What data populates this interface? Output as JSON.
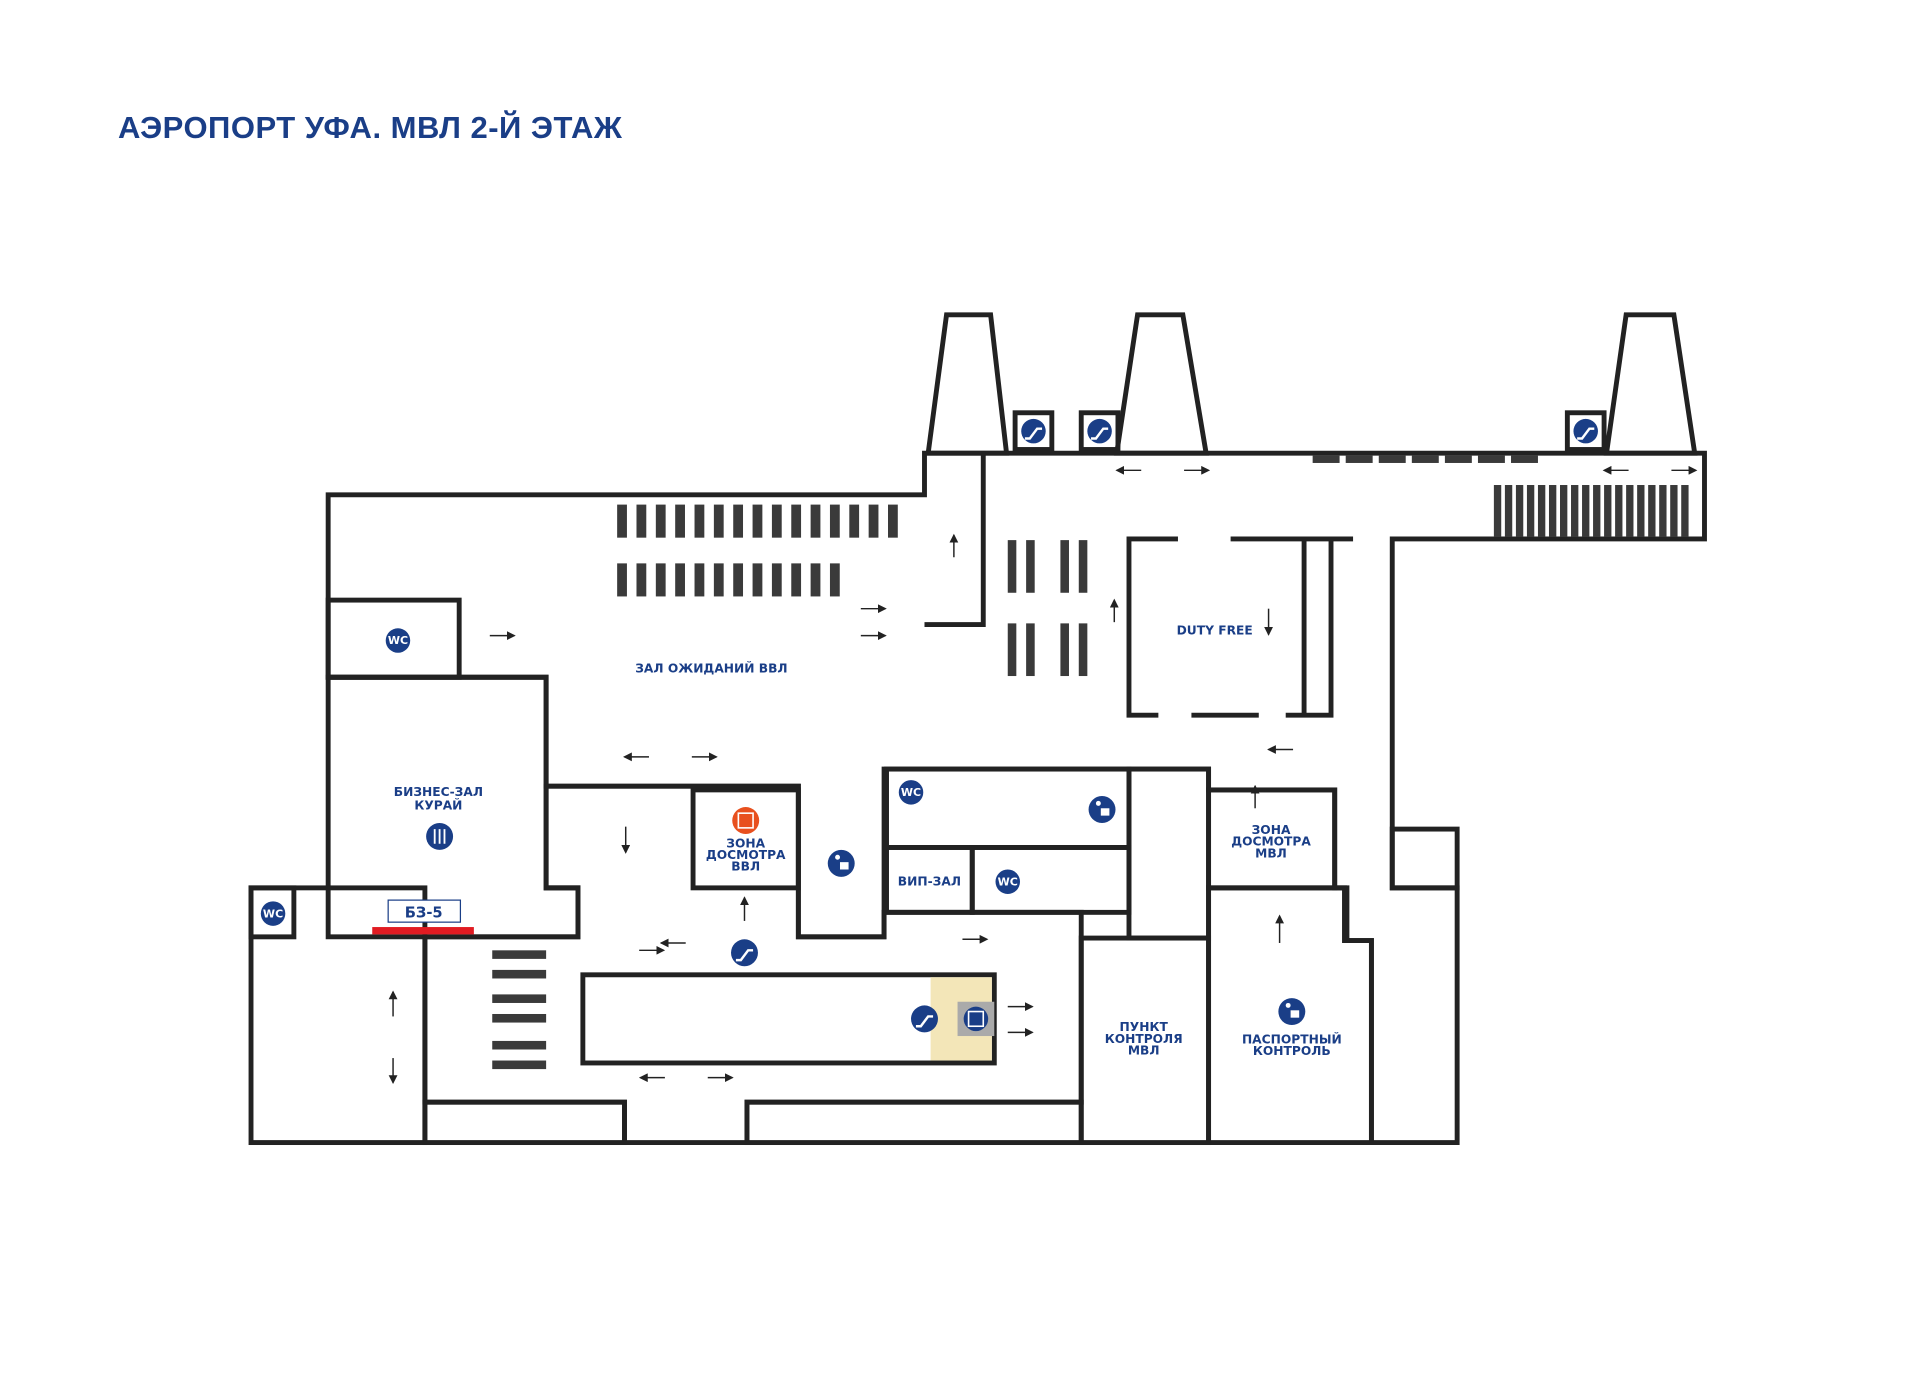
{
  "title": "АЭРОПОРТ УФА. МВЛ 2-Й ЭТАЖ",
  "colors": {
    "departure_hall": "#d3cfe7",
    "domestic_zone": "#feefbc",
    "international_zone": "#c5dfbe",
    "service_rooms": "#dce0e4",
    "walls": "#222222",
    "icons": "#1a3e87",
    "security_icon": "#e8501e",
    "gate_marker": "#e11b22"
  },
  "rooms": {
    "waiting_hall": "ЗАЛ ОЖИДАНИЙ ВВЛ",
    "business_lounge": [
      "БИЗНЕС-ЗАЛ",
      "КУРАЙ"
    ],
    "gate": "БЗ-5",
    "security_domestic": [
      "ЗОНА",
      "ДОСМОТРА",
      "ВВЛ"
    ],
    "duty_free": "DUTY FREE",
    "vip_lounge": "ВИП-ЗАЛ",
    "security_international": [
      "ЗОНА",
      "ДОСМОТРА",
      "МВЛ"
    ],
    "control_point": [
      "ПУНКТ",
      "КОНТРОЛЯ",
      "МВЛ"
    ],
    "passport_control": [
      "ПАСПОРТНЫЙ",
      "КОНТРОЛЬ"
    ]
  },
  "icons": {
    "wc_label": "WC",
    "types": [
      "wc-icon",
      "escalator-icon",
      "elevator-icon",
      "restaurant-icon",
      "information-desk-icon",
      "security-check-icon"
    ]
  }
}
